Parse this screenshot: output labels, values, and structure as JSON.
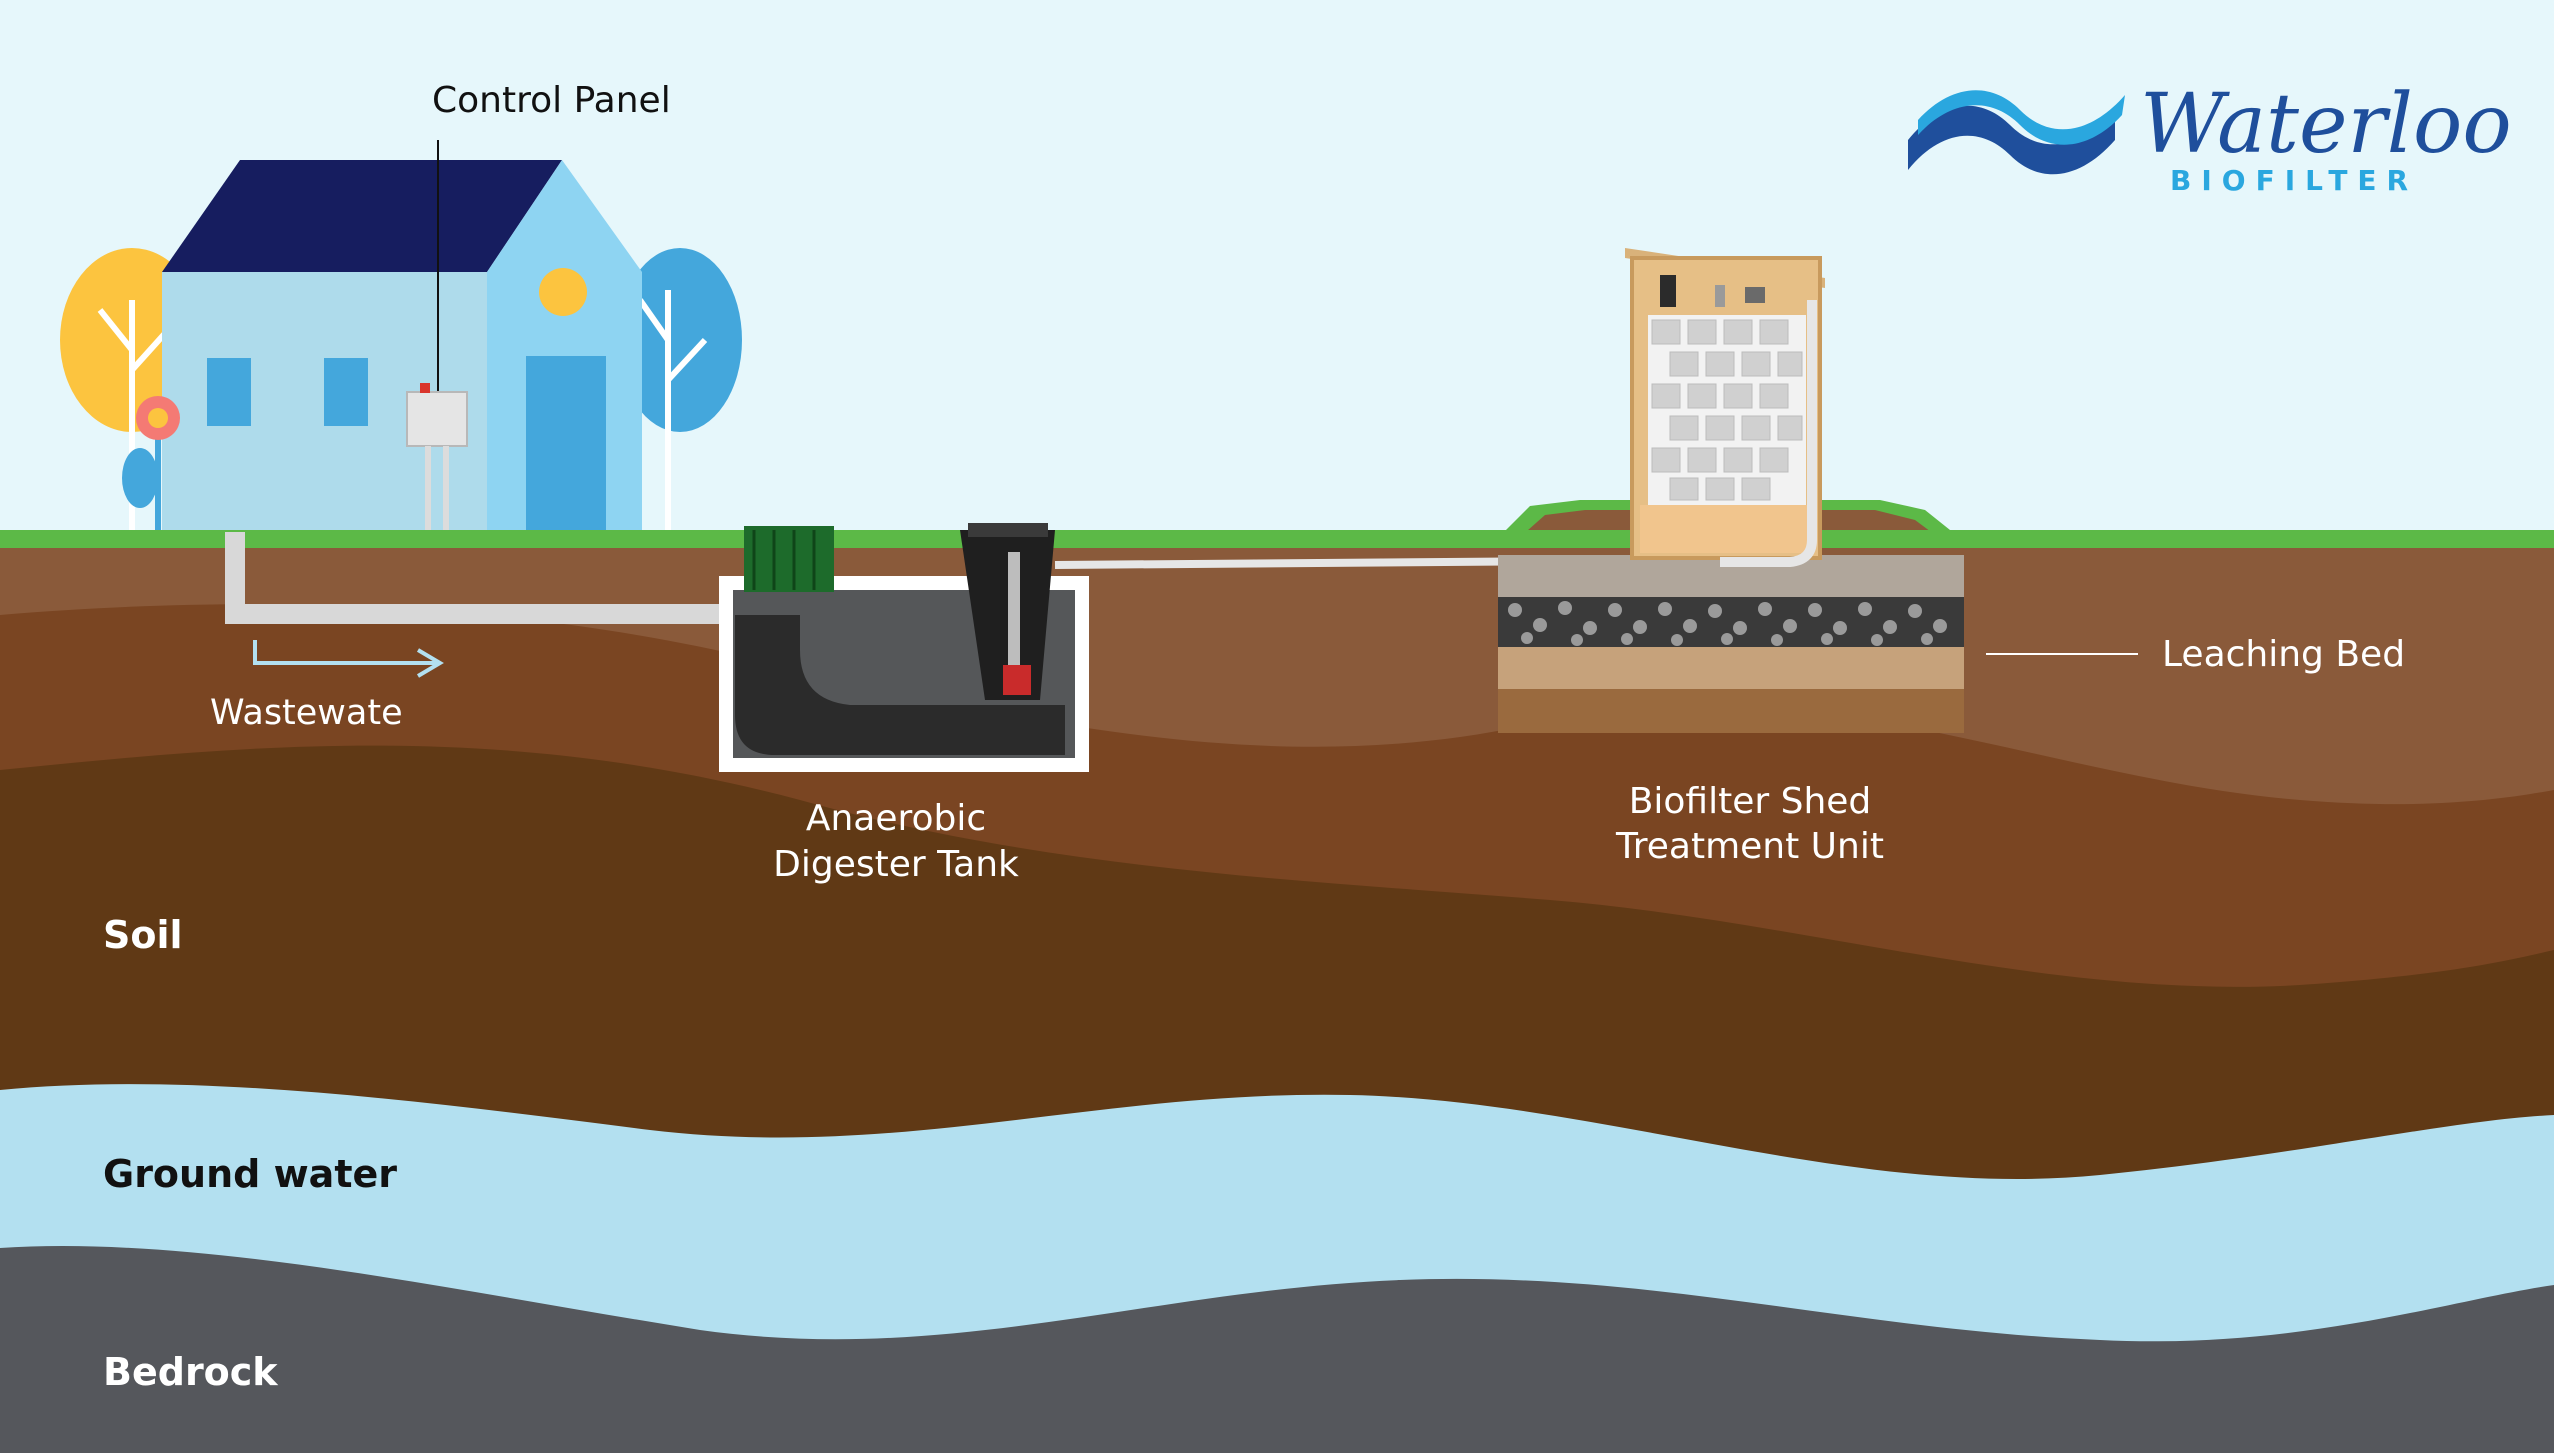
{
  "brand": {
    "name": "Waterloo",
    "tagline": "BIOFILTER",
    "color_primary": "#1f4f9c",
    "color_light": "#2aa7df"
  },
  "labels": {
    "control_panel": "Control Panel",
    "wastewater": "Wastewate",
    "tank_line1": "Anaerobic",
    "tank_line2": "Digester Tank",
    "shed_line1": "Biofilter Shed",
    "shed_line2": "Treatment Unit",
    "leaching_bed": "Leaching Bed"
  },
  "layers": {
    "soil": "Soil",
    "ground_water": "Ground water",
    "bedrock": "Bedrock"
  },
  "colors": {
    "sky": "#e6f7fb",
    "grass": "#5cb947",
    "soil_top": "#8a5a3a",
    "soil_mid": "#7a4522",
    "soil_deep": "#603915",
    "ground_water": "#b3e0f0",
    "bedrock": "#55575c",
    "house_roof": "#161d5f",
    "house_wall": "#aedbeb",
    "house_gable": "#8ed4f2",
    "house_window": "#44a7dc",
    "tree_yellow": "#fcc43f",
    "tree_blue": "#44a7dc",
    "pipe": "#d8d8d8",
    "tank_box": "#555759",
    "tank_lid": "#1d6b2b"
  }
}
